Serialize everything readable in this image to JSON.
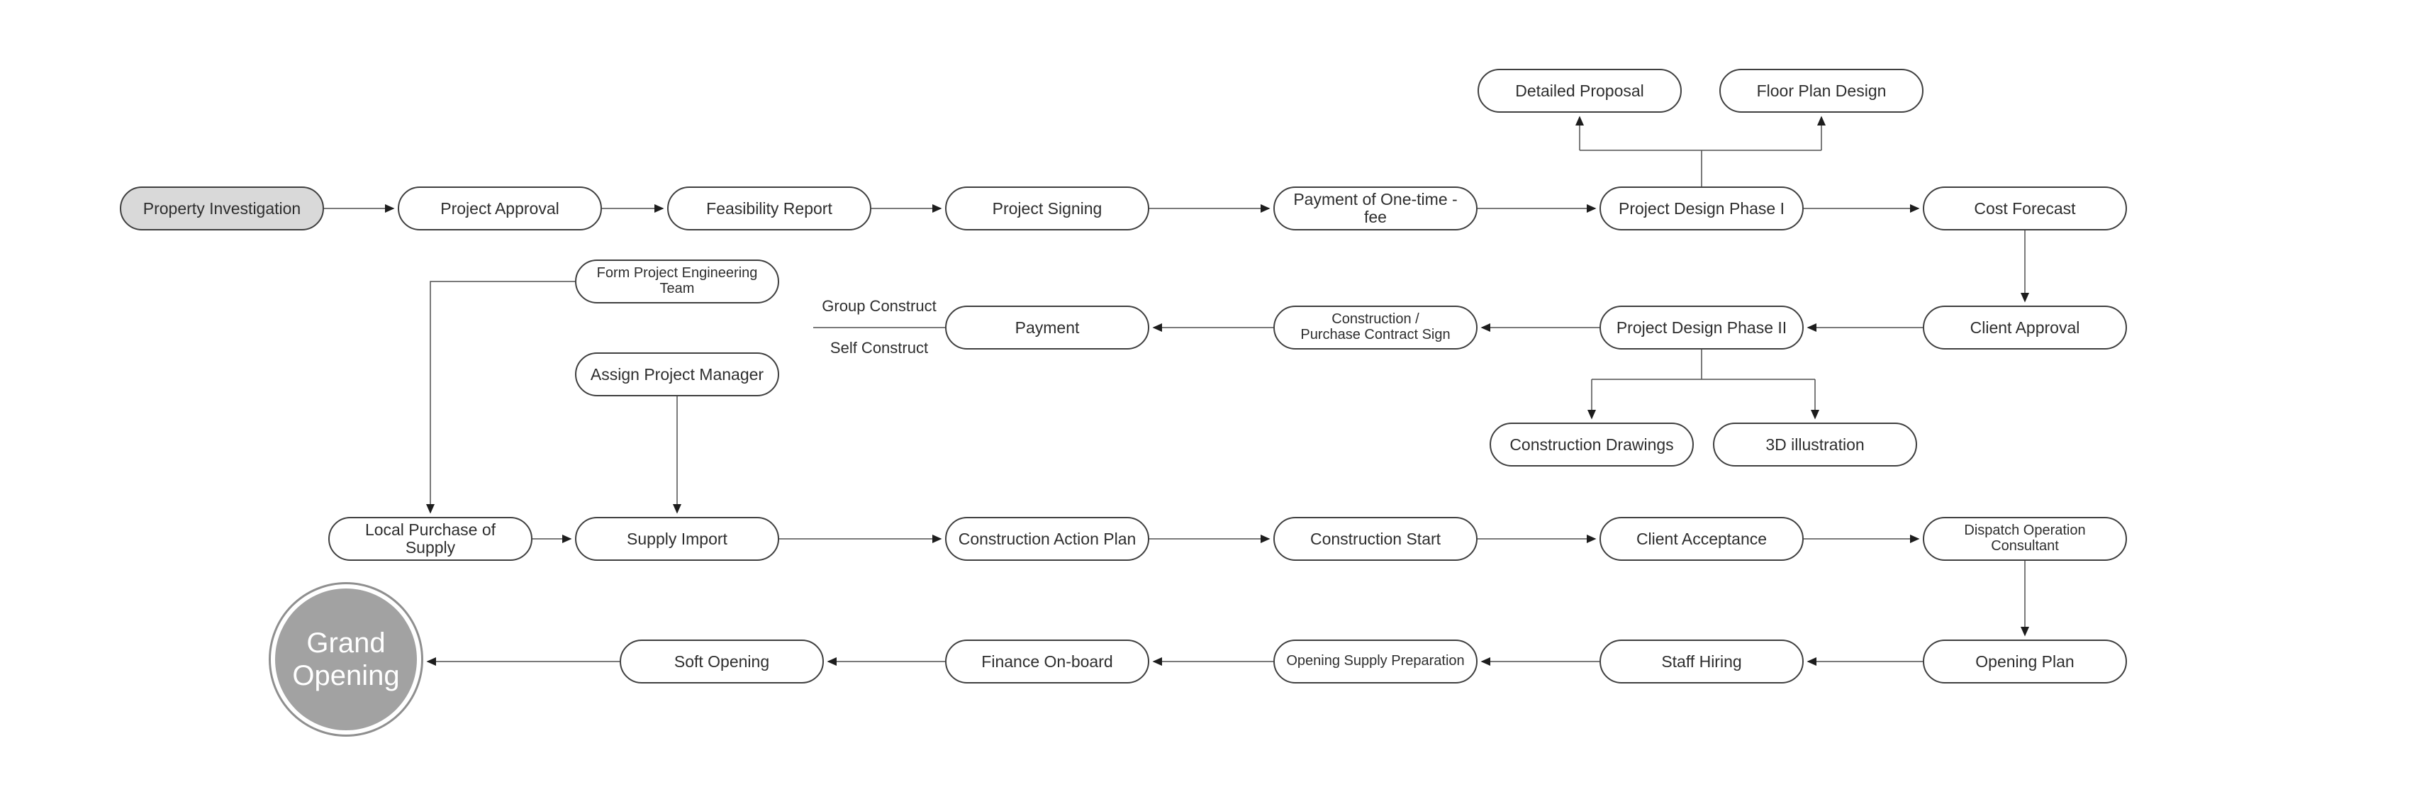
{
  "nodes": {
    "property_investigation": {
      "label": "Property Investigation"
    },
    "project_approval": {
      "label": "Project Approval"
    },
    "feasibility_report": {
      "label": "Feasibility Report"
    },
    "project_signing": {
      "label": "Project Signing"
    },
    "payment_of_one_time_fee": {
      "label": "Payment of One-time -fee"
    },
    "project_design_phase_1": {
      "label": "Project Design Phase I"
    },
    "cost_forecast": {
      "label": "Cost Forecast"
    },
    "detailed_proposal": {
      "label": "Detailed Proposal"
    },
    "floor_plan_design": {
      "label": "Floor Plan Design"
    },
    "form_project_engineering_team": {
      "label": "Form Project Engineering Team"
    },
    "payment": {
      "label": "Payment"
    },
    "construction_purchase_contract_sign": {
      "label_top": "Construction /",
      "label_bottom": "Purchase Contract Sign"
    },
    "project_design_phase_2": {
      "label": "Project Design Phase II"
    },
    "client_approval": {
      "label": "Client Approval"
    },
    "assign_project_manager": {
      "label": "Assign Project Manager"
    },
    "construction_drawings": {
      "label": "Construction Drawings"
    },
    "illustration_3d": {
      "label": "3D illustration"
    },
    "local_purchase_of_supply": {
      "label": "Local Purchase of Supply"
    },
    "supply_import": {
      "label": "Supply Import"
    },
    "construction_action_plan": {
      "label": "Construction Action Plan"
    },
    "construction_start": {
      "label": "Construction Start"
    },
    "client_acceptance": {
      "label": "Client Acceptance"
    },
    "dispatch_operation_consultant": {
      "label": "Dispatch Operation Consultant"
    },
    "opening_plan": {
      "label": "Opening Plan"
    },
    "staff_hiring": {
      "label": "Staff Hiring"
    },
    "opening_supply_preparation": {
      "label": "Opening Supply Preparation"
    },
    "finance_on_board": {
      "label": "Finance On-board"
    },
    "soft_opening": {
      "label": "Soft Opening"
    },
    "grand_opening": {
      "label": "Grand Opening"
    }
  },
  "edge_labels": {
    "group_construct": "Group Construct",
    "self_construct": "Self Construct"
  },
  "colors": {
    "node_border": "#3f3f3f",
    "node_fill": "#ffffff",
    "start_node_fill": "#d9d9d9",
    "end_node_fill": "#a2a2a2",
    "end_node_ring": "#8f8f8f",
    "end_node_text": "#ffffff",
    "connector": "#4f4f4f",
    "text": "#2e2e2e"
  }
}
